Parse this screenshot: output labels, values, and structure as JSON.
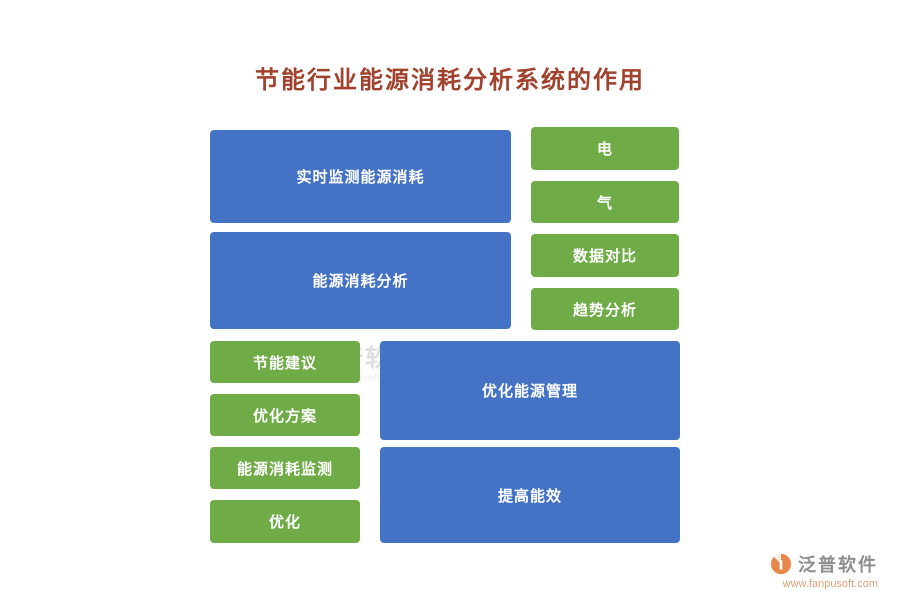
{
  "title": "节能行业能源消耗分析系统的作用",
  "diagram": {
    "blue_boxes": [
      {
        "label": "实时监测能源消耗"
      },
      {
        "label": "能源消耗分析"
      },
      {
        "label": "优化能源管理"
      },
      {
        "label": "提高能效"
      }
    ],
    "green_boxes": [
      {
        "label": "电"
      },
      {
        "label": "气"
      },
      {
        "label": "数据对比"
      },
      {
        "label": "趋势分析"
      },
      {
        "label": "节能建议"
      },
      {
        "label": "优化方案"
      },
      {
        "label": "能源消耗监测"
      },
      {
        "label": "优化"
      }
    ]
  },
  "colors": {
    "blue": "#4472C4",
    "green": "#6FAC47",
    "title_text": "#A0422D",
    "brand_orange": "#E8874A"
  },
  "watermark": {
    "text": "泛普软件",
    "subtext": "www.fanpusoft.com"
  },
  "footer": {
    "brand": "泛普软件",
    "url": "www.fanpusoft.com"
  }
}
